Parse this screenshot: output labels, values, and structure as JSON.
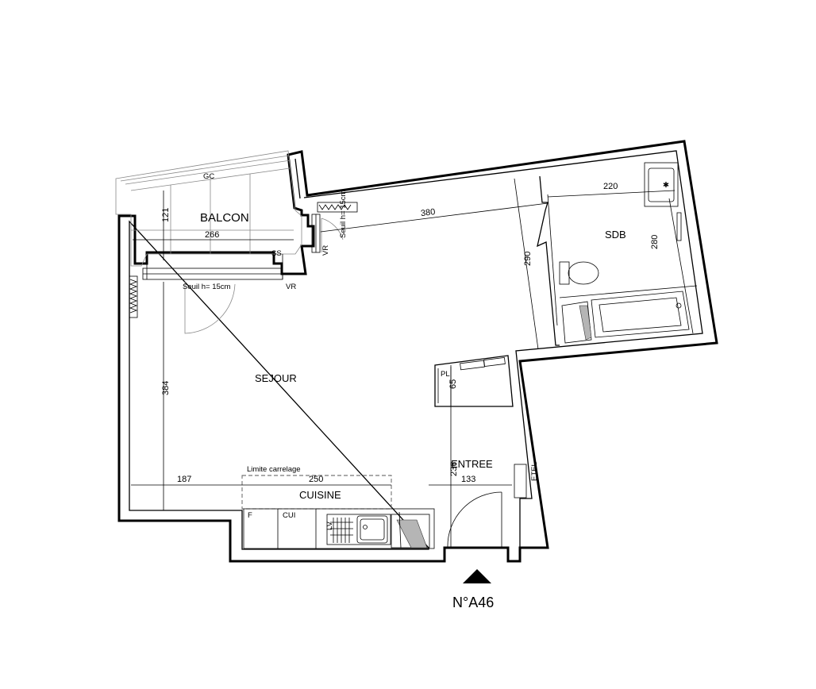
{
  "plan": {
    "lot_number": "N°A46",
    "rooms": {
      "balcon": "BALCON",
      "sejour": "SEJOUR",
      "sdb": "SDB",
      "entree": "ENTREE",
      "cuisine": "CUISINE"
    },
    "dimensions": {
      "balcon_width": "266",
      "balcon_depth": "121",
      "sejour_to_sdb": "380",
      "sdb_width": "220",
      "sdb_depth": "280",
      "wall_290": "290",
      "placard_65": "65",
      "sejour_depth": "384",
      "sejour_width": "187",
      "cuisine_width": "250",
      "entree_width": "133",
      "entree_depth": "236"
    },
    "annotations": {
      "gc": "GC",
      "ss": "SS",
      "vr_balcon": "VR",
      "vr_side": "VR",
      "seuil_main": "Seuil  h= 15cm",
      "seuil_side": "Seuil  h= 15cm",
      "pl": "PL",
      "etel": "ETEL",
      "limite_carrelage": "Limite carrelage",
      "f": "F",
      "cui": "CUI",
      "lv": "LV"
    },
    "colors": {
      "walls": "#000000",
      "appliance_fill": "#b5b5b5"
    }
  }
}
